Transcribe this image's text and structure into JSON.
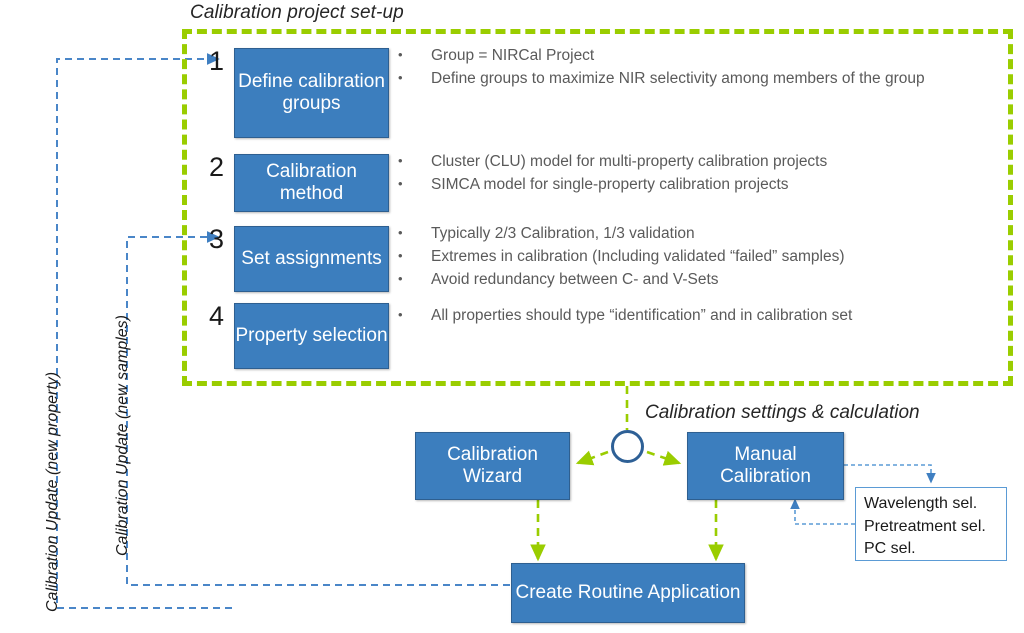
{
  "diagram": {
    "frame_title": "Calibration project set-up",
    "settings_title": "Calibration settings & calculation",
    "colors": {
      "box_blue": "#3C7EBE",
      "frame_green": "#9ACD00",
      "wire_blue": "#4A86C8",
      "text_grey": "#5A5A5A"
    },
    "steps": [
      {
        "number": "1",
        "box_label": "Define calibration groups",
        "bullets": [
          "Group = NIRCal Project",
          "Define groups to maximize NIR selectivity among members of the group"
        ]
      },
      {
        "number": "2",
        "box_label": "Calibration method",
        "bullets": [
          "Cluster (CLU) model for multi-property calibration projects",
          "SIMCA model for single-property calibration projects"
        ]
      },
      {
        "number": "3",
        "box_label": "Set assignments",
        "bullets": [
          "Typically 2/3 Calibration, 1/3 validation",
          "Extremes in calibration  (Including validated “failed” samples)",
          "Avoid redundancy between C- and V-Sets"
        ]
      },
      {
        "number": "4",
        "box_label": "Property selection",
        "bullets": [
          "All properties should type “identification” and in calibration set"
        ]
      }
    ],
    "nodes": {
      "calibration_wizard": "Calibration Wizard",
      "manual_calibration": "Manual Calibration",
      "create_routine_application": "Create Routine Application"
    },
    "note_box": {
      "lines": [
        "Wavelength sel.",
        "Pretreatment sel.",
        "PC sel."
      ]
    },
    "side_labels": {
      "new_property": "Calibration Update (new property)",
      "new_samples": "Calibration Update (new samples)"
    },
    "bullet_glyph": "•"
  }
}
